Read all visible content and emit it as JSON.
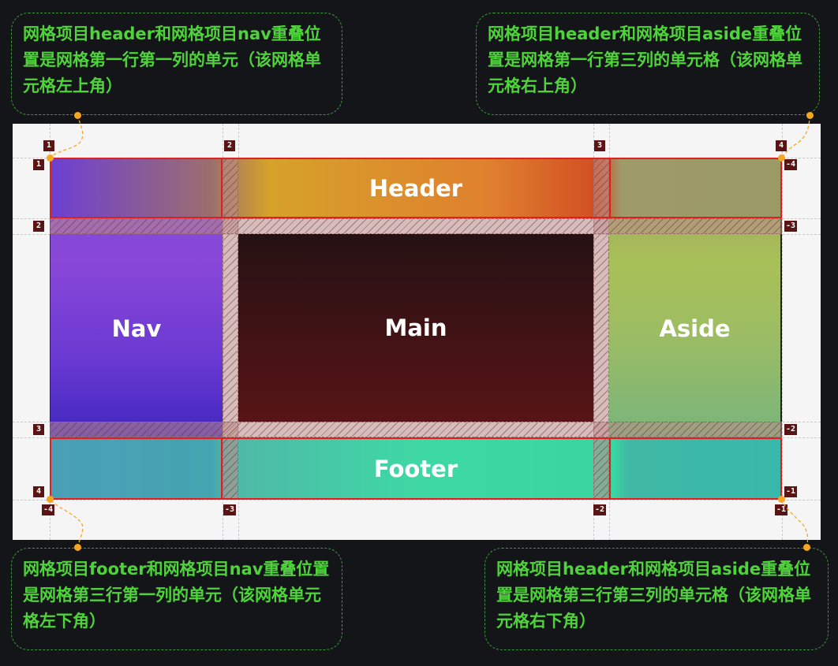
{
  "callouts": {
    "top_left": "网格项目header和网格项目nav重叠位置是网格第一行第一列的单元（该网格单元格左上角）",
    "top_right": "网格项目header和网格项目aside重叠位置是网格第一行第三列的单元格（该网格单元格右上角）",
    "bottom_left": "网格项目footer和网格项目nav重叠位置是网格第三行第一列的单元（该网格单元格左下角）",
    "bottom_right": "网格项目header和网格项目aside重叠位置是网格第三行第三列的单元格（该网格单元格右下角）"
  },
  "areas": {
    "header": "Header",
    "nav": "Nav",
    "main": "Main",
    "aside": "Aside",
    "footer": "Footer"
  },
  "line_numbers": {
    "col_top": [
      "1",
      "2",
      "3",
      "4"
    ],
    "col_bottom": [
      "-4",
      "-3",
      "-2",
      "-1"
    ],
    "row_left": [
      "1",
      "2",
      "3",
      "4"
    ],
    "row_right": [
      "-4",
      "-3",
      "-2",
      "-1"
    ]
  },
  "colors": {
    "callout_text": "#4ed43a",
    "callout_border": "#3c9a3c",
    "highlight_border": "#e02020",
    "marker": "#f5a623",
    "badge": "#5a1414"
  }
}
